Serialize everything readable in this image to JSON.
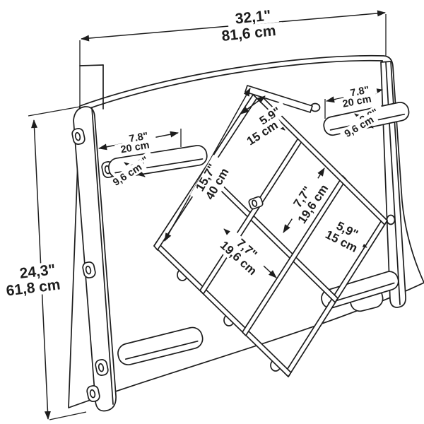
{
  "drawing": {
    "description": "Dimensioned technical line drawing of a diamond wall-mounted shelf with back panel, mounting rails with keyhole hooks and four corner shelves",
    "line_color": "#1d1d1d",
    "background_color": "#ffffff",
    "dims": {
      "overall_width": {
        "in": "32,1\"",
        "cm": "81,6 cm"
      },
      "overall_height": {
        "in": "24,3\"",
        "cm": "61,8 cm"
      },
      "left_shelf_width": {
        "in": "7,8\"",
        "cm": "20 cm"
      },
      "left_shelf_depth": {
        "in": "3,8\"",
        "cm": "9,6 cm"
      },
      "right_shelf_width": {
        "in": "7,8\"",
        "cm": "20 cm"
      },
      "right_shelf_depth": {
        "in": "3,8\"",
        "cm": "9,6 cm"
      },
      "top_cubby": {
        "in": "5,9\"",
        "cm": "15 cm"
      },
      "side_length": {
        "in": "15,7\"",
        "cm": "40 cm"
      },
      "middle_cubby": {
        "in": "7,7\"",
        "cm": "19,6 cm"
      },
      "lower_cubby": {
        "in": "7,7\"",
        "cm": "19,6 cm"
      },
      "right_cubby": {
        "in": "5,9\"",
        "cm": "15 cm"
      }
    }
  }
}
